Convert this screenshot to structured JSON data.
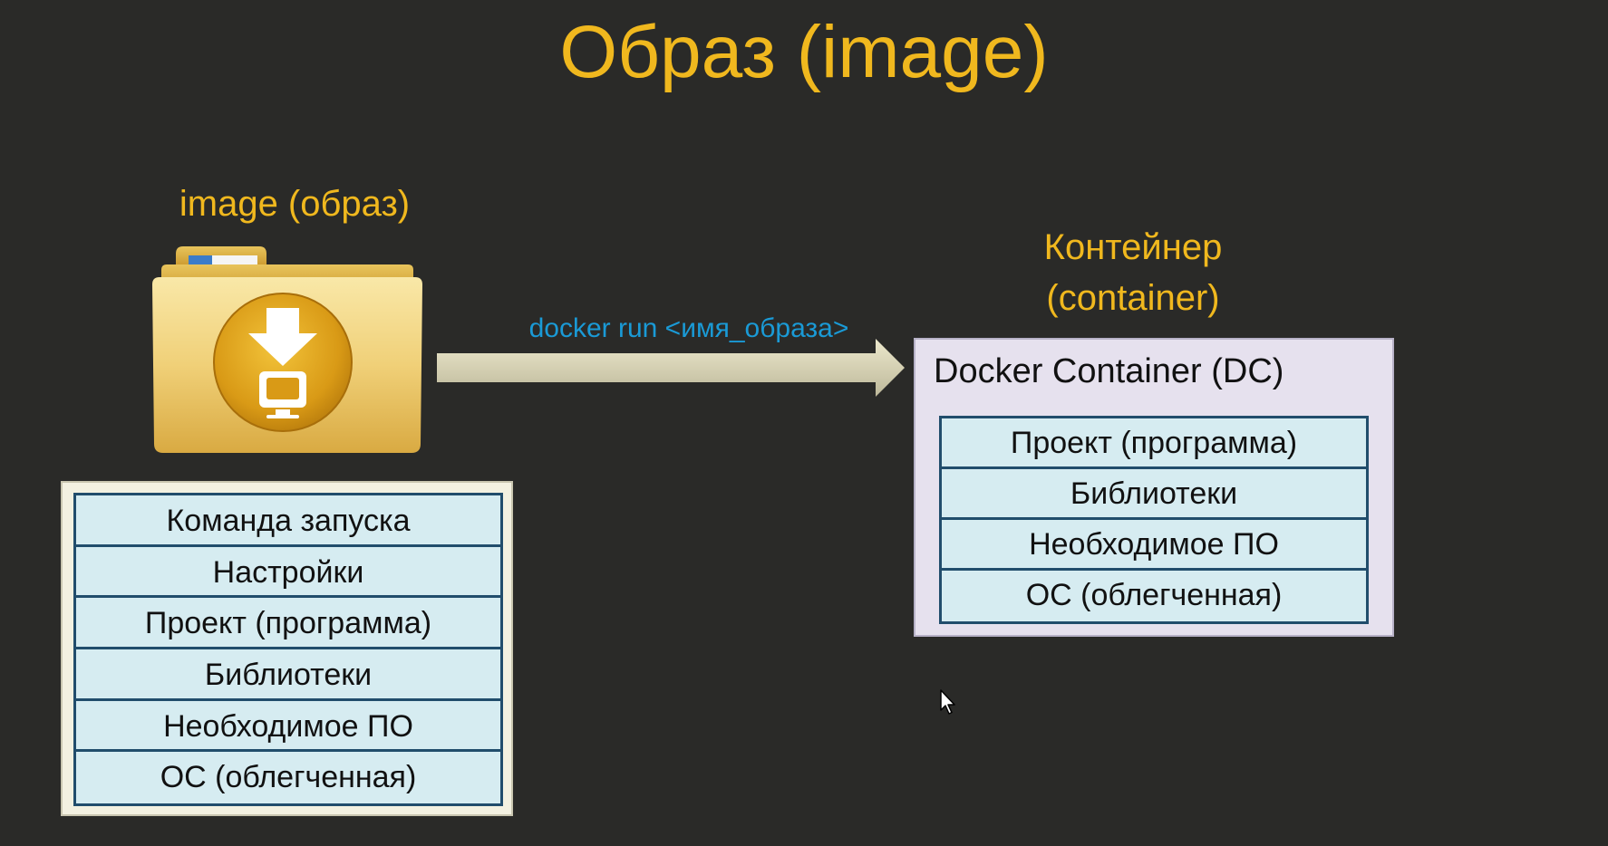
{
  "slide": {
    "title": "Образ (image)",
    "image_label": "image (образ)",
    "container_label_line1": "Контейнер",
    "container_label_line2": "(container)",
    "command": "docker run <имя_образа>",
    "docker_container_title": "Docker Container (DC)",
    "image_layers": [
      "Команда запуска",
      "Настройки",
      "Проект (программа)",
      "Библиотеки",
      "Необходимое ПО",
      "ОС (облегченная)"
    ],
    "container_layers": [
      "Проект (программа)",
      "Библиотеки",
      "Необходимое ПО",
      "ОС (облегченная)"
    ]
  },
  "colors": {
    "background": "#2a2a28",
    "accent_yellow": "#f0b81e",
    "command_blue": "#1a9ad6",
    "layer_fill": "#d6ecf1",
    "layer_border": "#214d6c",
    "container_fill": "#e6e1ee"
  },
  "icons": {
    "folder": "download-folder-icon",
    "arrow": "right-arrow-icon",
    "cursor": "mouse-pointer-icon"
  }
}
